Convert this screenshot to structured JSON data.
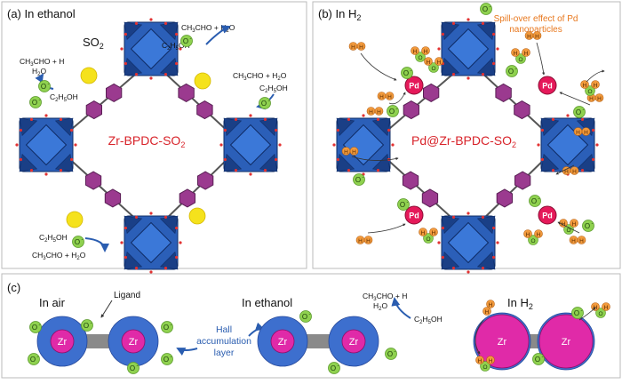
{
  "panels": {
    "a": {
      "label": "(a) In ethanol",
      "center": "Zr-BPDC-SO",
      "center_sub": "2",
      "so2": "SO",
      "so2_sub": "2"
    },
    "b": {
      "label": "(b) In H",
      "label_sub": "2",
      "center": "Pd@Zr-BPDC-SO",
      "center_sub": "2",
      "spill_line1": "Spill-over effect of Pd",
      "spill_line2": "nanoparticles",
      "pd": "Pd"
    },
    "c": {
      "label": "(c)",
      "air": "In air",
      "ethanol": "In ethanol",
      "h2": "In H",
      "h2_sub": "2",
      "ligand": "Ligand",
      "hall1": "Hall",
      "hall2": "accumulation",
      "hall3": "layer",
      "zr": "Zr"
    }
  },
  "reaction": {
    "product1": "CH",
    "product1_sub": "3",
    "product2": "CHO + H",
    "product2_sub": "2",
    "product3": "O",
    "ethanol_a": "C",
    "ethanol_sub": "2",
    "ethanol_b": "H",
    "ethanol_sub2": "5",
    "ethanol_c": "OH"
  },
  "species": {
    "oxygen_ion": "O",
    "oxygen_charge": "-",
    "hydrogen": "H",
    "oxygen": "O"
  },
  "colors": {
    "cluster": "#1f4ea0",
    "linker": "#9b3a8f",
    "so2": "#f5e21c",
    "pd": "#e5195a",
    "zr": "#e02aa8",
    "shell": "#3d6fce",
    "o_ion": "#8fd14f",
    "h_atom": "#f29a3c",
    "label_red": "#d8232a",
    "label_orange": "#e8781e"
  }
}
